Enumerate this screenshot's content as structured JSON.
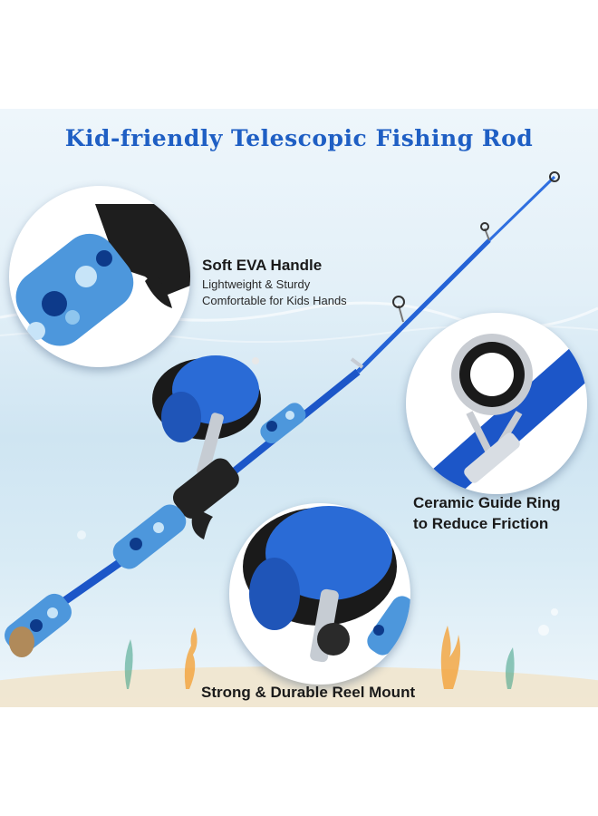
{
  "title": "Kid-friendly Telescopic Fishing Rod",
  "features": {
    "handle": {
      "title": "Soft EVA Handle",
      "line1": "Lightweight & Sturdy",
      "line2": "Comfortable for Kids Hands"
    },
    "guide_ring": {
      "line1": "Ceramic Guide Ring",
      "line2": "to Reduce Friction"
    },
    "reel_mount": {
      "title": "Strong & Durable Reel Mount"
    }
  },
  "colors": {
    "title": "#1f5fc4",
    "rod_blue": "#1c56c8",
    "camo_light": "#8fc6ee",
    "camo_dark": "#0d3a8a",
    "reel_black": "#1a1a1a"
  }
}
